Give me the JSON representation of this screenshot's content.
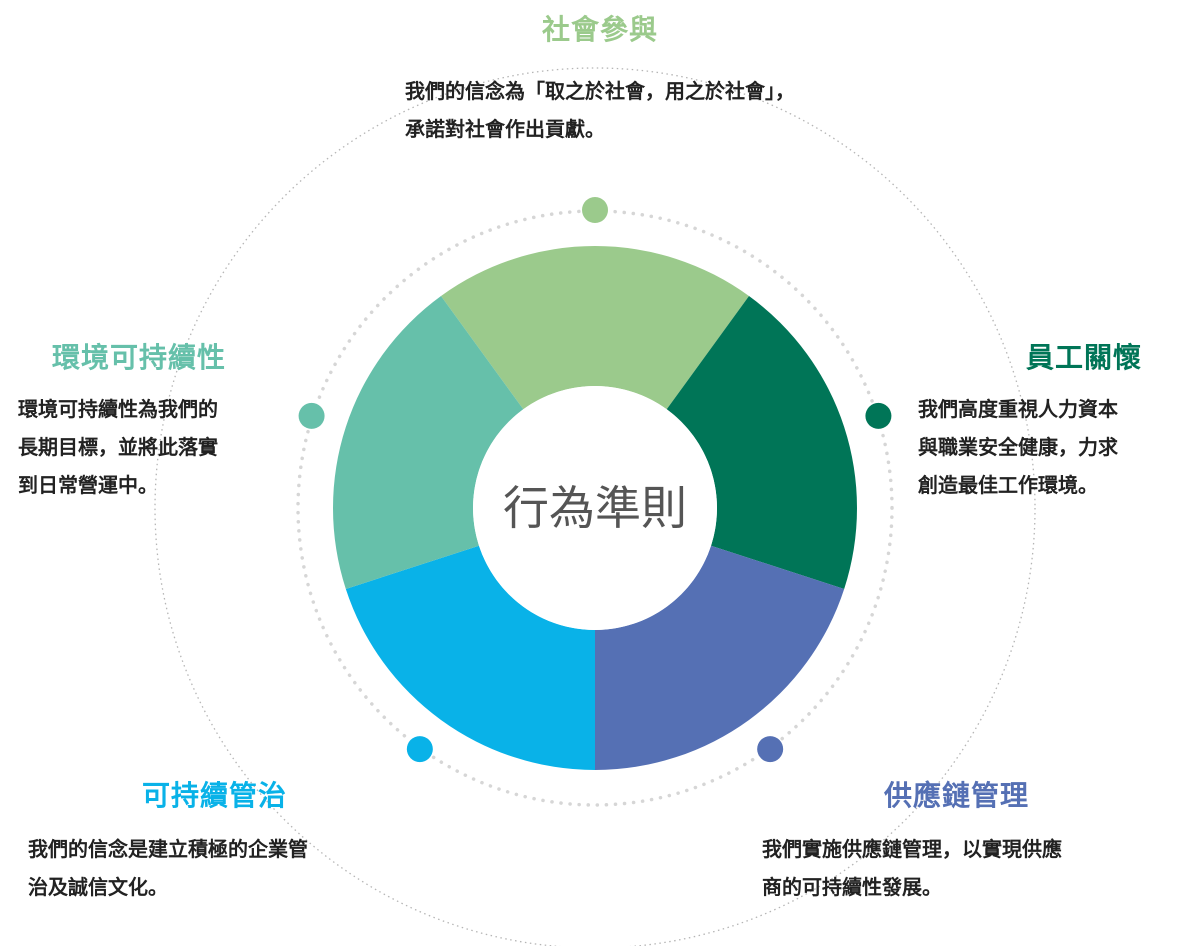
{
  "center_label": "行為準則",
  "colors": {
    "social": "#9bca8c",
    "employee": "#007557",
    "supply": "#5570b4",
    "governance": "#09b2e8",
    "environment": "#66c0aa",
    "dot_ring": "#d6d6d6",
    "outer_ring": "#b5b5b5",
    "center_text": "#555555"
  },
  "sections": [
    {
      "key": "social",
      "title": "社會參與",
      "lines": [
        "我們的信念為「取之於社會，用之於社會」，",
        "承諾對社會作出貢獻。"
      ]
    },
    {
      "key": "employee",
      "title": "員工關懷",
      "lines": [
        "我們高度重視人力資本",
        "與職業安全健康，力求",
        "創造最佳工作環境。"
      ]
    },
    {
      "key": "supply",
      "title": "供應鏈管理",
      "lines": [
        "我們實施供應鏈管理，以實現供應",
        "商的可持續性發展。"
      ]
    },
    {
      "key": "governance",
      "title": "可持續管治",
      "lines": [
        "我們的信念是建立積極的企業管",
        "治及誠信文化。"
      ]
    },
    {
      "key": "environment",
      "title": "環境可持續性",
      "lines": [
        "環境可持續性為我們的",
        "長期目標，並將此落實",
        "到日常營運中。"
      ]
    }
  ]
}
